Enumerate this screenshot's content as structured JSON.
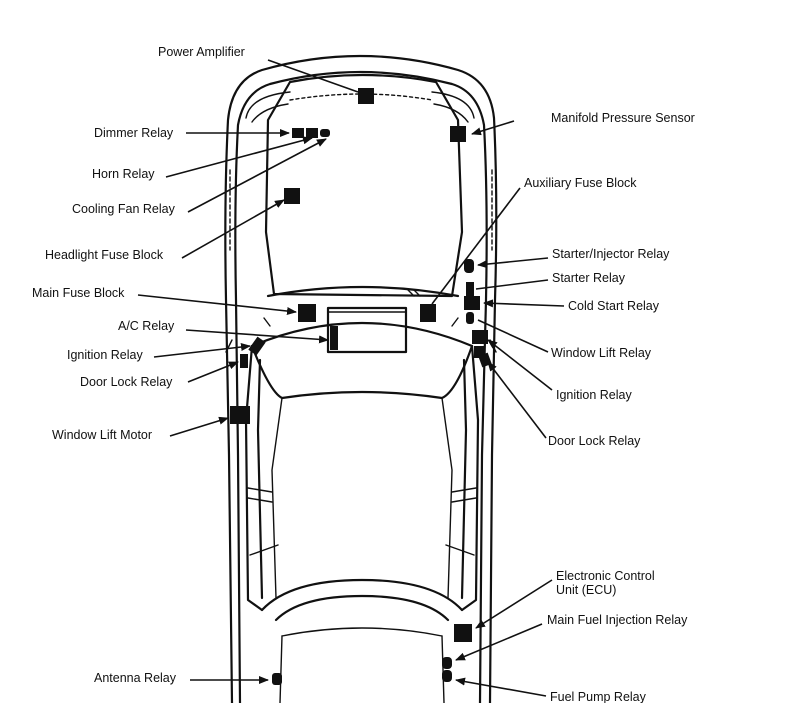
{
  "labels": {
    "power_amplifier": "Power Amplifier",
    "dimmer_relay": "Dimmer Relay",
    "horn_relay": "Horn Relay",
    "cooling_fan_relay": "Cooling Fan Relay",
    "headlight_fuse_block": "Headlight Fuse Block",
    "main_fuse_block": "Main Fuse Block",
    "ac_relay": "A/C Relay",
    "ignition_relay_left": "Ignition Relay",
    "door_lock_relay_left": "Door Lock Relay",
    "window_lift_motor": "Window Lift Motor",
    "antenna_relay": "Antenna Relay",
    "manifold_pressure_sensor": "Manifold Pressure Sensor",
    "auxiliary_fuse_block": "Auxiliary Fuse Block",
    "starter_injector_relay": "Starter/Injector Relay",
    "starter_relay": "Starter Relay",
    "cold_start_relay": "Cold Start Relay",
    "window_lift_relay": "Window Lift Relay",
    "ignition_relay_right": "Ignition Relay",
    "door_lock_relay_right": "Door Lock Relay",
    "ecu_line1": "Electronic Control",
    "ecu_line2": "Unit (ECU)",
    "main_fuel_injection_relay": "Main Fuel Injection Relay",
    "fuel_pump_relay": "Fuel Pump Relay"
  }
}
